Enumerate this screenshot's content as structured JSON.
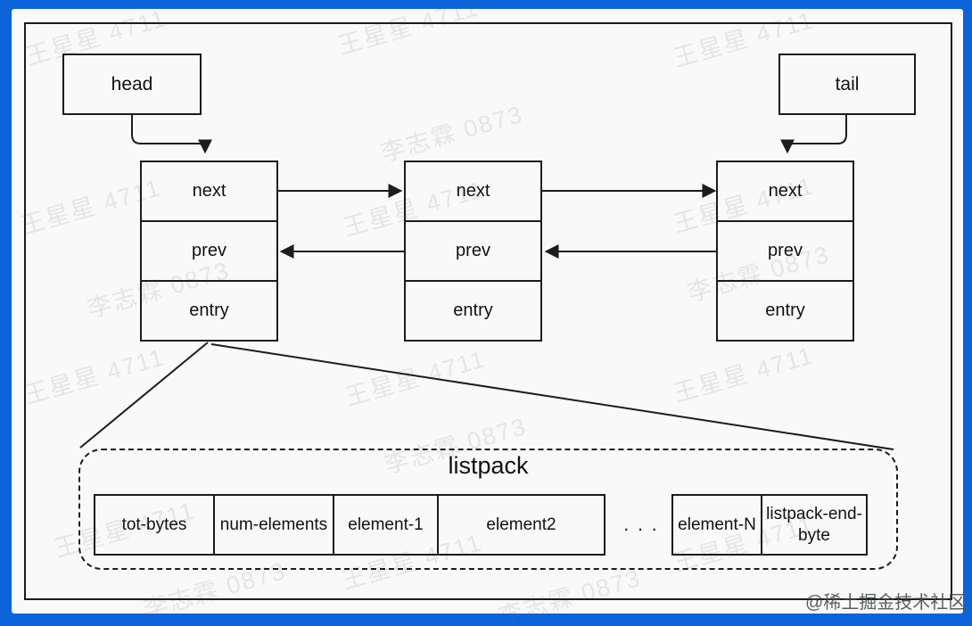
{
  "watermark": {
    "a": "王星星 4711",
    "b": "李志霖 0873",
    "credit": "@稀土掘金技术社区"
  },
  "pointers": {
    "head": "head",
    "tail": "tail"
  },
  "nodes": [
    {
      "fields": [
        "next",
        "prev",
        "entry"
      ]
    },
    {
      "fields": [
        "next",
        "prev",
        "entry"
      ]
    },
    {
      "fields": [
        "next",
        "prev",
        "entry"
      ]
    }
  ],
  "listpack": {
    "title": "listpack",
    "cells_left": [
      "tot-bytes",
      "num-elements",
      "element-1",
      "element2"
    ],
    "ellipsis": ". . .",
    "cells_right": [
      "element-N",
      "listpack-end-byte"
    ]
  },
  "colors": {
    "frame_blue": "#0d63da",
    "background": "#f8f9f8",
    "line": "#1c1c1c"
  }
}
